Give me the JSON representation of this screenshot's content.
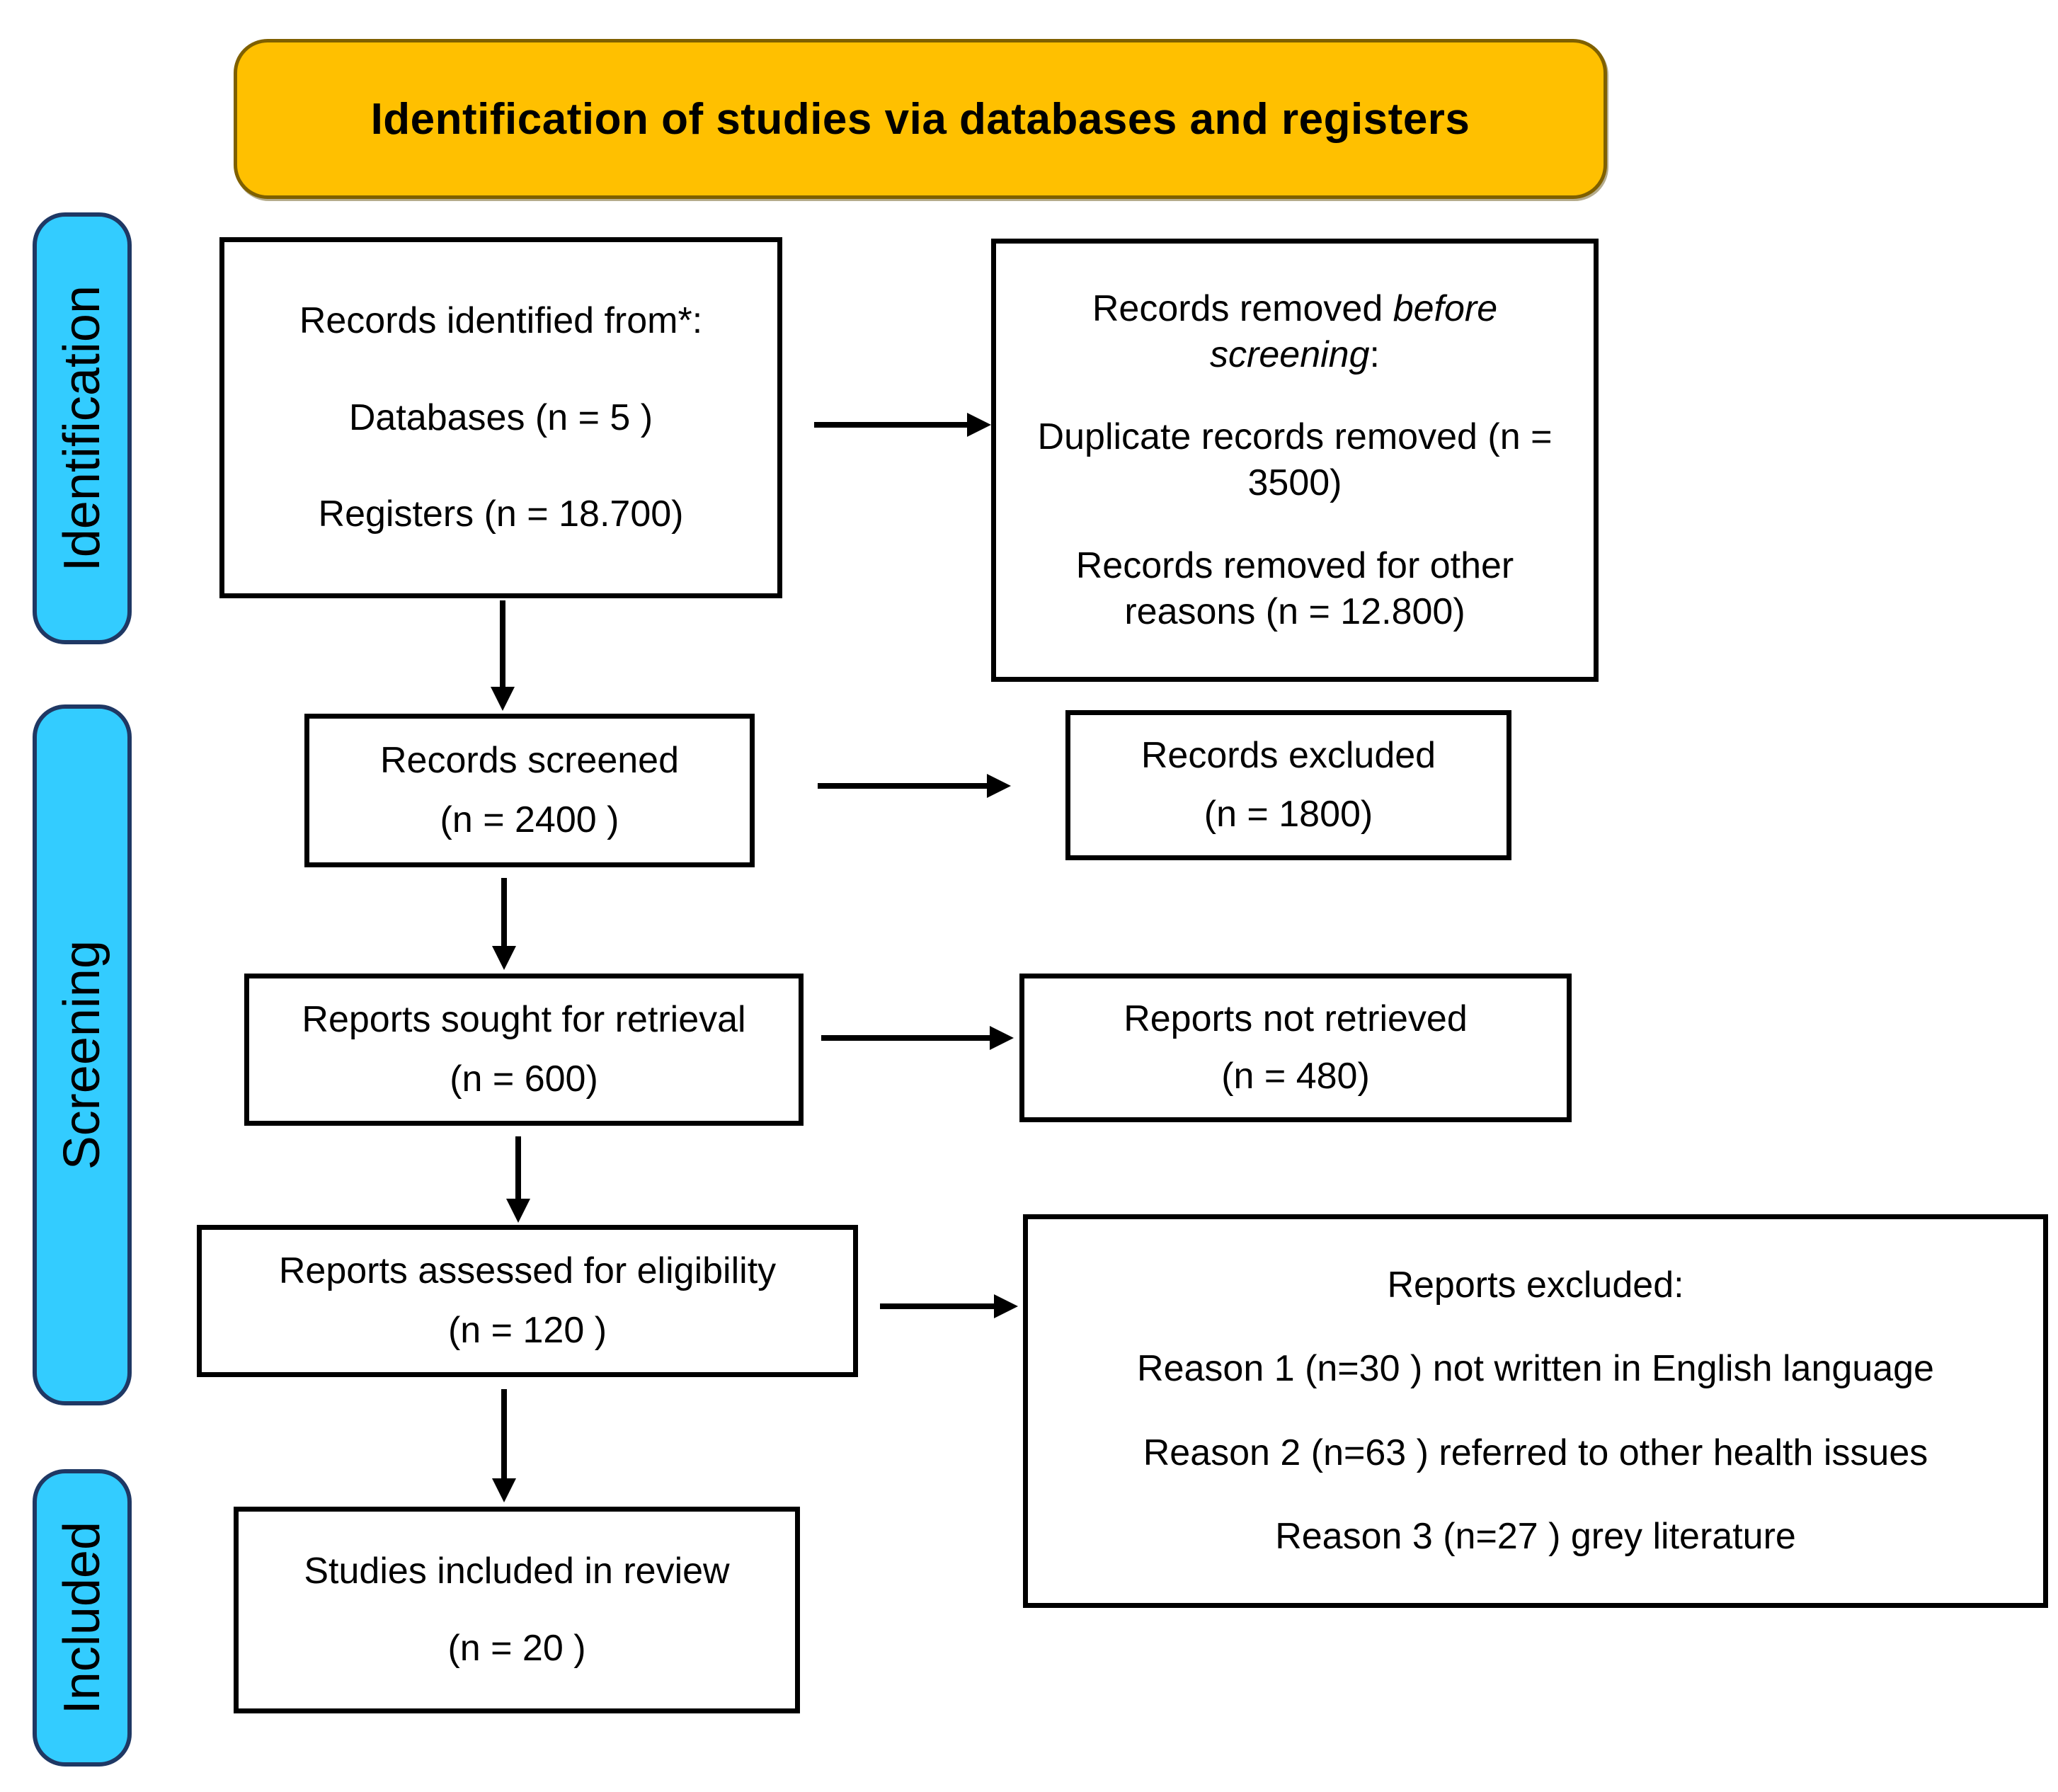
{
  "header": {
    "title": "Identification of studies via databases and registers"
  },
  "stages": [
    {
      "label": "Identification"
    },
    {
      "label": "Screening"
    },
    {
      "label": "Included"
    }
  ],
  "boxes": {
    "records_identified": {
      "lines": [
        "Records identified from*:",
        "Databases (n = 5 )",
        "Registers (n = 18.700)"
      ]
    },
    "records_removed": {
      "heading_prefix": "Records removed ",
      "heading_italic": "before screening",
      "heading_suffix": ":",
      "items": [
        "Duplicate records removed (n = 3500)",
        "Records removed for other reasons (n = 12.800)"
      ]
    },
    "records_screened": {
      "label": "Records screened",
      "count": "(n = 2400 )"
    },
    "records_excluded": {
      "label": "Records excluded",
      "count": "(n = 1800)"
    },
    "reports_sought": {
      "label": "Reports sought for retrieval",
      "count": "(n = 600)"
    },
    "reports_not_retrieved": {
      "label": "Reports not retrieved",
      "count": "(n = 480)"
    },
    "reports_assessed": {
      "label": "Reports assessed for eligibility",
      "count": "(n = 120 )"
    },
    "reports_excluded": {
      "label": "Reports excluded:",
      "reasons": [
        "Reason 1 (n=30 ) not written in English language",
        "Reason 2 (n=63 ) referred to other health issues",
        "Reason 3 (n=27 ) grey literature"
      ]
    },
    "studies_included": {
      "label": "Studies included in review",
      "count": "(n = 20 )"
    }
  },
  "colors": {
    "canvas_bg": "#FFFFFF",
    "title_bg": "#FFC000",
    "title_border": "#7F6000",
    "stage_bg": "#33CCFF",
    "stage_border": "#1F3864",
    "box_border": "#000000",
    "arrow": "#000000"
  }
}
